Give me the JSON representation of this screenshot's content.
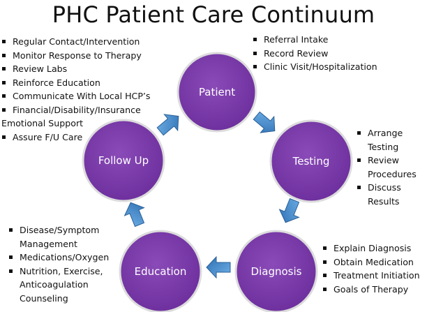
{
  "title": "PHC Patient Care Continuum",
  "colors": {
    "node_fill": "#7a3aa8",
    "node_border": "#d7d7d7",
    "arrow_fill": "#3f86c9",
    "arrow_stroke": "#2a5f96"
  },
  "nodes": [
    {
      "id": "patient",
      "label": "Patient",
      "icon": "purple-circle"
    },
    {
      "id": "testing",
      "label": "Testing",
      "icon": "purple-circle"
    },
    {
      "id": "diagnosis",
      "label": "Diagnosis",
      "icon": "purple-circle"
    },
    {
      "id": "education",
      "label": "Education",
      "icon": "purple-circle"
    },
    {
      "id": "followup",
      "label": "Follow Up",
      "icon": "purple-circle"
    }
  ],
  "arrows": [
    "patient-to-testing",
    "testing-to-diagnosis",
    "diagnosis-to-education",
    "education-to-followup",
    "followup-to-patient"
  ],
  "lists": {
    "patient": [
      "Referral Intake",
      "Record Review",
      "Clinic Visit/Hospitalization"
    ],
    "followup": [
      "Regular Contact/Intervention",
      "Monitor Response to Therapy",
      "Review Labs",
      "Reinforce Education",
      "Communicate With Local HCP’s",
      "Financial/Disability/Insurance",
      "Emotional Support",
      "Assure F/U Care"
    ],
    "testing": [
      "Arrange",
      "Testing",
      "Review",
      "Procedures",
      "Discuss",
      "Results"
    ],
    "diagnosis": [
      "Explain Diagnosis",
      "Obtain Medication",
      "Treatment Initiation",
      "Goals of Therapy"
    ],
    "education": [
      "Disease/Symptom",
      "Management",
      "Medications/Oxygen",
      "Nutrition, Exercise,",
      "Anticoagulation",
      "Counseling"
    ]
  }
}
